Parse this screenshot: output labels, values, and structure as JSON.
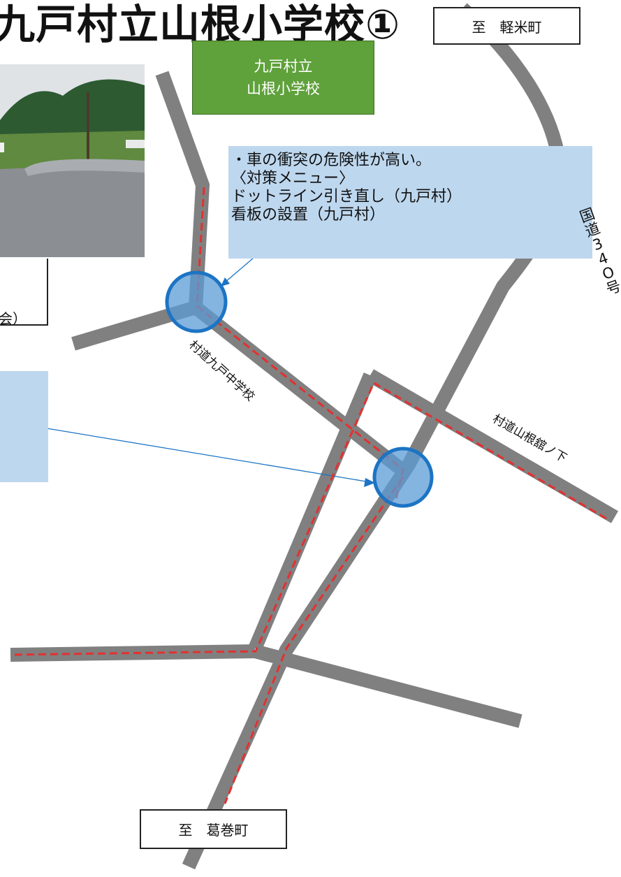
{
  "title": "九戸村立山根小学校①",
  "destinations": {
    "north": "至　軽米町",
    "south": "至　葛巻町"
  },
  "school_label": {
    "line1": "九戸村立",
    "line2": "山根小学校"
  },
  "info_box": {
    "line1": "・車の衝突の危険性が高い。",
    "line2": "〈対策メニュー〉",
    "line3": "ドットライン引き直し（九戸村）",
    "line4": "看板の設置（九戸村）"
  },
  "photo_caption_fragment": "会）",
  "roads": {
    "route340": [
      "国",
      "道",
      "3",
      "4",
      "O",
      "号"
    ],
    "kunohe_middle": "村道九戸中学校",
    "yamane_tate": "村道山根舘ノ下"
  },
  "colors": {
    "road": "#808080",
    "route_dash": "#e53030",
    "danger_circle_fill": "#5b9bd5",
    "danger_circle_stroke": "#1c74c4",
    "info_bg": "#bdd7ee",
    "school_bg": "#5fa13b"
  },
  "markers": [
    "danger-spot",
    "danger-spot"
  ]
}
